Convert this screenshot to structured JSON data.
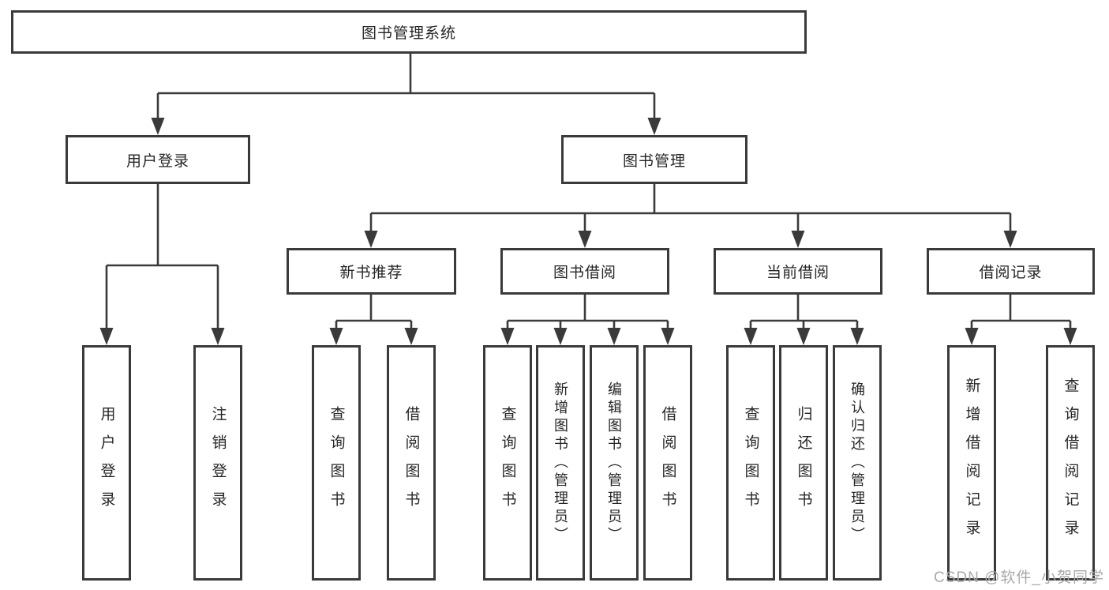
{
  "watermark": "CSDN @软件_小贺同学",
  "tree": {
    "label": "图书管理系统",
    "children": [
      {
        "label": "用户登录",
        "children": [
          {
            "label": "用户登录"
          },
          {
            "label": "注销登录"
          }
        ]
      },
      {
        "label": "图书管理",
        "children": [
          {
            "label": "新书推荐",
            "children": [
              {
                "label": "查询图书"
              },
              {
                "label": "借阅图书"
              }
            ]
          },
          {
            "label": "图书借阅",
            "children": [
              {
                "label": "查询图书"
              },
              {
                "label": "新增图书（管理员）"
              },
              {
                "label": "编辑图书（管理员）"
              },
              {
                "label": "借阅图书"
              }
            ]
          },
          {
            "label": "当前借阅",
            "children": [
              {
                "label": "查询图书"
              },
              {
                "label": "归还图书"
              },
              {
                "label": "确认归还（管理员）"
              }
            ]
          },
          {
            "label": "借阅记录",
            "children": [
              {
                "label": "新增借阅记录"
              },
              {
                "label": "查询借阅记录"
              }
            ]
          }
        ]
      }
    ]
  }
}
